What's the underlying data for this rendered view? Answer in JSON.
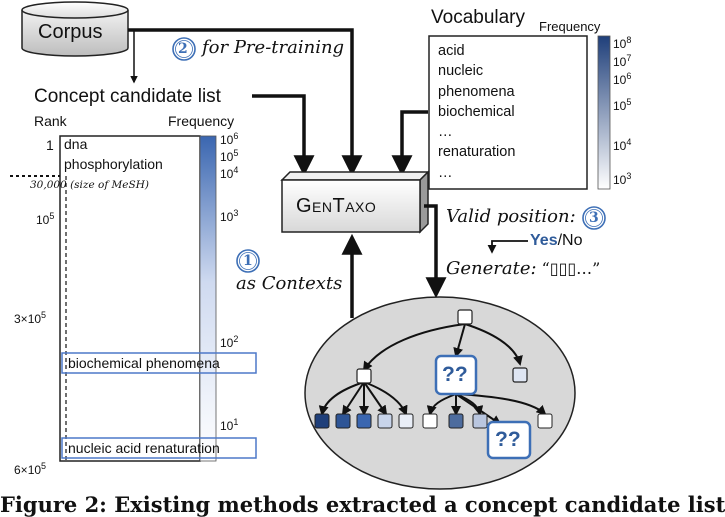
{
  "corpus_label": "Corpus",
  "pretraining": {
    "number": "2",
    "label": "for Pre-training"
  },
  "vocabulary": {
    "title": "Vocabulary",
    "freq_label": "Frequency",
    "words": [
      "acid",
      "nucleic",
      "phenomena",
      "biochemical",
      "…",
      "renaturation",
      "…"
    ],
    "freq_ticks": [
      {
        "base": "10",
        "exp": "8"
      },
      {
        "base": "10",
        "exp": "7"
      },
      {
        "base": "10",
        "exp": "6"
      },
      {
        "base": "10",
        "exp": "5"
      },
      {
        "base": "10",
        "exp": "4"
      },
      {
        "base": "10",
        "exp": "3"
      }
    ]
  },
  "concept_list": {
    "title": "Concept candidate list",
    "rank_label": "Rank",
    "freq_label": "Frequency",
    "first_rank": "1",
    "first_item_line1": "dna",
    "first_item_line2": "phosphorylation",
    "mesh_note": "30,000 (size of MeSH)",
    "rank_ticks": [
      {
        "coef": "",
        "base": "10",
        "exp": "5"
      },
      {
        "coef": "3×",
        "base": "10",
        "exp": "5"
      },
      {
        "coef": "6×",
        "base": "10",
        "exp": "5"
      }
    ],
    "freq_ticks": [
      {
        "base": "10",
        "exp": "6"
      },
      {
        "base": "10",
        "exp": "5"
      },
      {
        "base": "10",
        "exp": "4"
      },
      {
        "base": "10",
        "exp": "3"
      },
      {
        "base": "10",
        "exp": "2"
      },
      {
        "base": "10",
        "exp": "1"
      }
    ],
    "item_biochem": "biochemical phenomena",
    "item_nucleic": "nucleic acid renaturation"
  },
  "contexts": {
    "number": "1",
    "label": "as Contexts"
  },
  "model_name": "GenTaxo",
  "valid_position": {
    "label": "Valid position:",
    "number": "3"
  },
  "yes_no": {
    "yes": "Yes",
    "sep": "/",
    "no": "No"
  },
  "generate": {
    "label": "Generate:",
    "value": "“▯▯▯…”"
  },
  "taxonomy": {
    "placeholder_1": "??",
    "placeholder_2": "??"
  },
  "caption": "Figure 2: Existing methods extracted a concept candidate list",
  "colors": {
    "accent_blue": "#2f5b9a",
    "light_blue": "#4d79c9",
    "circle_num": "#3d6fb6"
  }
}
